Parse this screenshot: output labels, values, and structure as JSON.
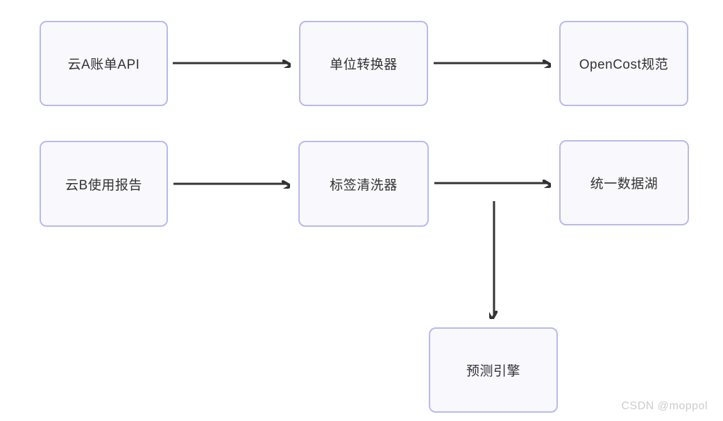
{
  "diagram": {
    "title": "multi-cloud cost data pipeline flowchart",
    "nodes": [
      {
        "id": "cloud-a-billing-api",
        "label": "云A账单API"
      },
      {
        "id": "unit-converter",
        "label": "单位转换器"
      },
      {
        "id": "opencost-spec",
        "label": "OpenCost规范"
      },
      {
        "id": "cloud-b-usage-report",
        "label": "云B使用报告"
      },
      {
        "id": "tag-cleaner",
        "label": "标签清洗器"
      },
      {
        "id": "unified-data-lake",
        "label": "统一数据湖"
      },
      {
        "id": "forecast-engine",
        "label": "预测引擎"
      }
    ],
    "edges": [
      {
        "from": "cloud-a-billing-api",
        "to": "unit-converter"
      },
      {
        "from": "unit-converter",
        "to": "opencost-spec"
      },
      {
        "from": "cloud-b-usage-report",
        "to": "tag-cleaner"
      },
      {
        "from": "tag-cleaner",
        "to": "unified-data-lake"
      },
      {
        "from": "tag-cleaner",
        "to": "forecast-engine"
      }
    ]
  },
  "watermark": {
    "text": "CSDN @moppol"
  },
  "colors": {
    "node_border": "#b8b9ea",
    "node_fill": "#f8f8fd",
    "node_text": "#333333",
    "arrow": "#333333",
    "watermark": "#cccccc",
    "background": "#ffffff"
  }
}
